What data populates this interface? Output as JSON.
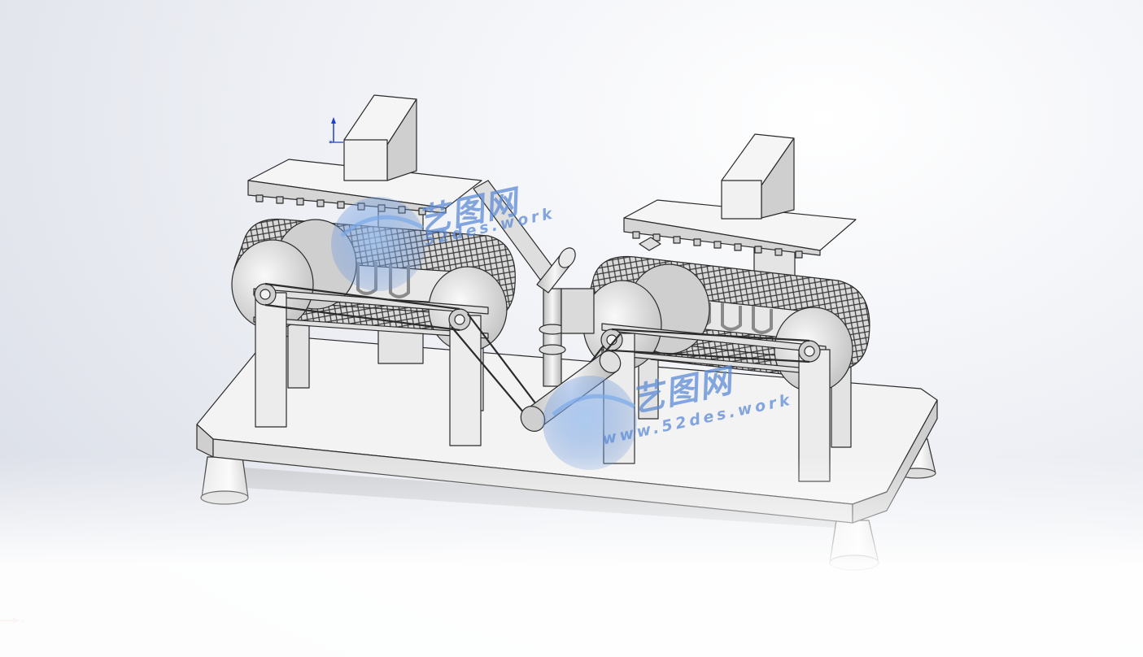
{
  "watermark": {
    "brand_cn": "艺图网",
    "url_top": "52des.work",
    "url_bottom": "www.52des.work"
  },
  "colors": {
    "background": "#e6e9f0",
    "part_face": "#f4f4f4",
    "part_shade": "#c9c9c9",
    "edge": "#2b2b2b",
    "watermark": "#5d8bd6",
    "triad_y": "#1f3fd0",
    "triad_x": "#c01818"
  },
  "icons": [
    "coordinate-triad-icon",
    "origin-x-axis-icon",
    "watermark-globe-icon"
  ]
}
